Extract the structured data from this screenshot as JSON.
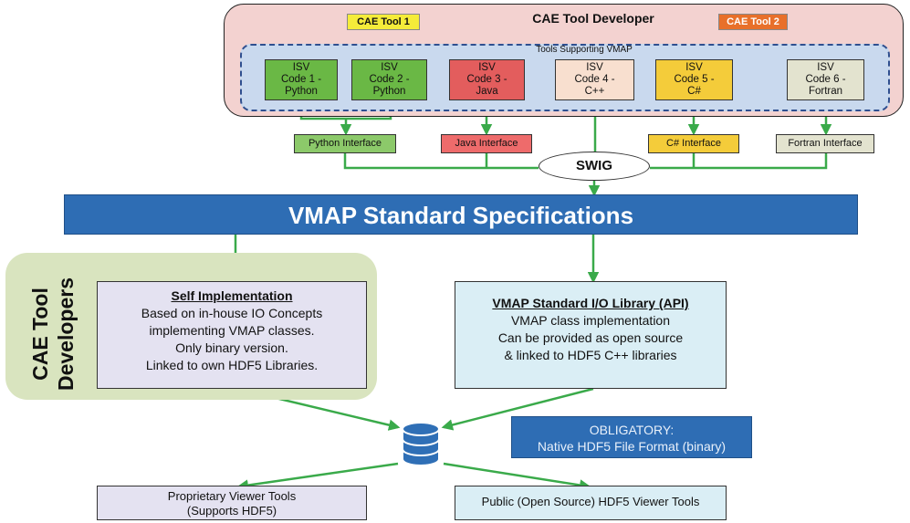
{
  "developer": {
    "title": "CAE Tool Developer",
    "tool1": "CAE Tool 1",
    "tool2": "CAE Tool 2"
  },
  "group_label": "Tools Supporting VMAP",
  "isv_codes": [
    {
      "lines": [
        "ISV",
        "Code 1 -",
        "Python"
      ],
      "color": "#6ab845"
    },
    {
      "lines": [
        "ISV",
        "Code 2 -",
        "Python"
      ],
      "color": "#6ab845"
    },
    {
      "lines": [
        "ISV",
        "Code 3 -",
        "Java"
      ],
      "color": "#e35d5d"
    },
    {
      "lines": [
        "ISV",
        "Code 4 -",
        "C++"
      ],
      "color": "#f8dfcf"
    },
    {
      "lines": [
        "ISV",
        "Code 5 -",
        "C#"
      ],
      "color": "#f4cc3a"
    },
    {
      "lines": [
        "ISV",
        "Code 6 -",
        "Fortran"
      ],
      "color": "#e3e3cf"
    }
  ],
  "interfaces": {
    "python": "Python Interface",
    "java": "Java Interface",
    "csharp": "C# Interface",
    "fortran": "Fortran Interface"
  },
  "swig": "SWIG",
  "spec_title": "VMAP Standard Specifications",
  "cae_developers": [
    "CAE Tool",
    "Developers"
  ],
  "self_impl": {
    "title": "Self Implementation",
    "lines": [
      "Based on in-house IO Concepts",
      "implementing VMAP classes.",
      "Only binary version.",
      "Linked to own HDF5 Libraries."
    ]
  },
  "api_lib": {
    "title": "VMAP Standard I/O Library (API)",
    "lines": [
      "VMAP class implementation",
      "Can be provided  as open source",
      "& linked to HDF5 C++ libraries"
    ]
  },
  "obligatory": {
    "line1": "OBLIGATORY:",
    "line2": "Native HDF5 File Format (binary)"
  },
  "viewers": {
    "left_line1": "Proprietary Viewer Tools",
    "left_line2": "(Supports HDF5)",
    "right": "Public (Open Source) HDF5 Viewer Tools"
  },
  "colors": {
    "connector": "#3aaa4a",
    "spec_blue": "#2e6db4",
    "tool1_tag": "#f5ec3a",
    "tool2_tag": "#e8702a",
    "database": "#2f6fb6"
  }
}
